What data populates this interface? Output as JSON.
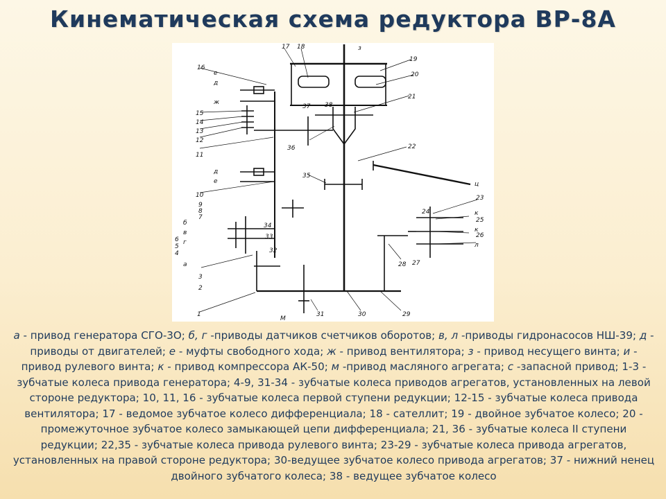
{
  "title": "Кинематическая схема редуктора ВР-8А",
  "diagram": {
    "labels": {
      "n16": "16",
      "n17": "17",
      "n18": "18",
      "n19": "19",
      "n20": "20",
      "n21": "21",
      "n22": "22",
      "n23": "23",
      "n24": "24",
      "n25": "25",
      "n26": "26",
      "n27": "27",
      "n28": "28",
      "n29": "29",
      "n30": "30",
      "n31": "31",
      "n32": "32",
      "n33": "33",
      "n34": "34",
      "n35": "35",
      "n36": "36",
      "n37": "37",
      "n38": "38",
      "n15": "15",
      "n14": "14",
      "n13": "13",
      "n12": "12",
      "n11": "11",
      "n10": "10",
      "n9": "9",
      "n8": "8",
      "n7": "7",
      "n6": "6",
      "n5": "5",
      "n4": "4",
      "n3": "3",
      "n2": "2",
      "n1": "1",
      "z": "з",
      "e1": "е",
      "d1": "д",
      "zh": "ж",
      "d2": "д",
      "e2": "е",
      "v1": "в",
      "b1": "б",
      "g1": "г",
      "a1": "а",
      "m": "М",
      "k1": "к",
      "k2": "к",
      "l1": "л",
      "i": "ц"
    }
  },
  "caption": {
    "parts": [
      {
        "t": "а",
        "i": true
      },
      {
        "t": " - привод генератора СГО-3О; ",
        "i": false
      },
      {
        "t": "б, г",
        "i": true
      },
      {
        "t": " -приводы датчиков счетчиков оборотов; ",
        "i": false
      },
      {
        "t": "в, л",
        "i": true
      },
      {
        "t": " -приводы гидронасосов НШ-39; ",
        "i": false
      },
      {
        "t": "д",
        "i": true
      },
      {
        "t": " - приводы от двигателей; ",
        "i": false
      },
      {
        "t": "е",
        "i": true
      },
      {
        "t": " - муфты свободного хода; ",
        "i": false
      },
      {
        "t": "ж",
        "i": true
      },
      {
        "t": " - привод вентилятора; ",
        "i": false
      },
      {
        "t": "з",
        "i": true
      },
      {
        "t": " - привод несущего винта; ",
        "i": false
      },
      {
        "t": "и",
        "i": true
      },
      {
        "t": " - привод рулевого винта; ",
        "i": false
      },
      {
        "t": "к",
        "i": true
      },
      {
        "t": " - привод компрессора АК-50; ",
        "i": false
      },
      {
        "t": "м",
        "i": true
      },
      {
        "t": " -привод масляного агрегата; ",
        "i": false
      },
      {
        "t": "с",
        "i": true
      },
      {
        "t": " -запасной привод; 1-3 - зубчатые колеса привода генератора; 4-9, 31-34 - зубчатые колеса приводов агрегатов, установленных на левой стороне редуктора; 10, 11, 16 - зубчатые колеса первой ступени редукции; 12-15 - зубчатые колеса привода вентилятора; 17 - ведомое зубчатое колесо дифференциала; 18 - сателлит; 19 - двойное зубчатое колесо; 20 - промежуточное зубчатое колесо замыкающей цепи дифференциала; 21, 36 - зубчатые колеса II ступени редукции; 22,35 - зубчатые колеса привода рулевого винта; 23-29 - зубчатые колеса привода агрегатов, установленных на правой стороне редуктора; 30-ведущее зубчатое колесо привода агрегатов; 37 - нижний ненец двойного зубчатого колеса; 38 - ведущее зубчатое колесо",
        "i": false
      }
    ]
  }
}
